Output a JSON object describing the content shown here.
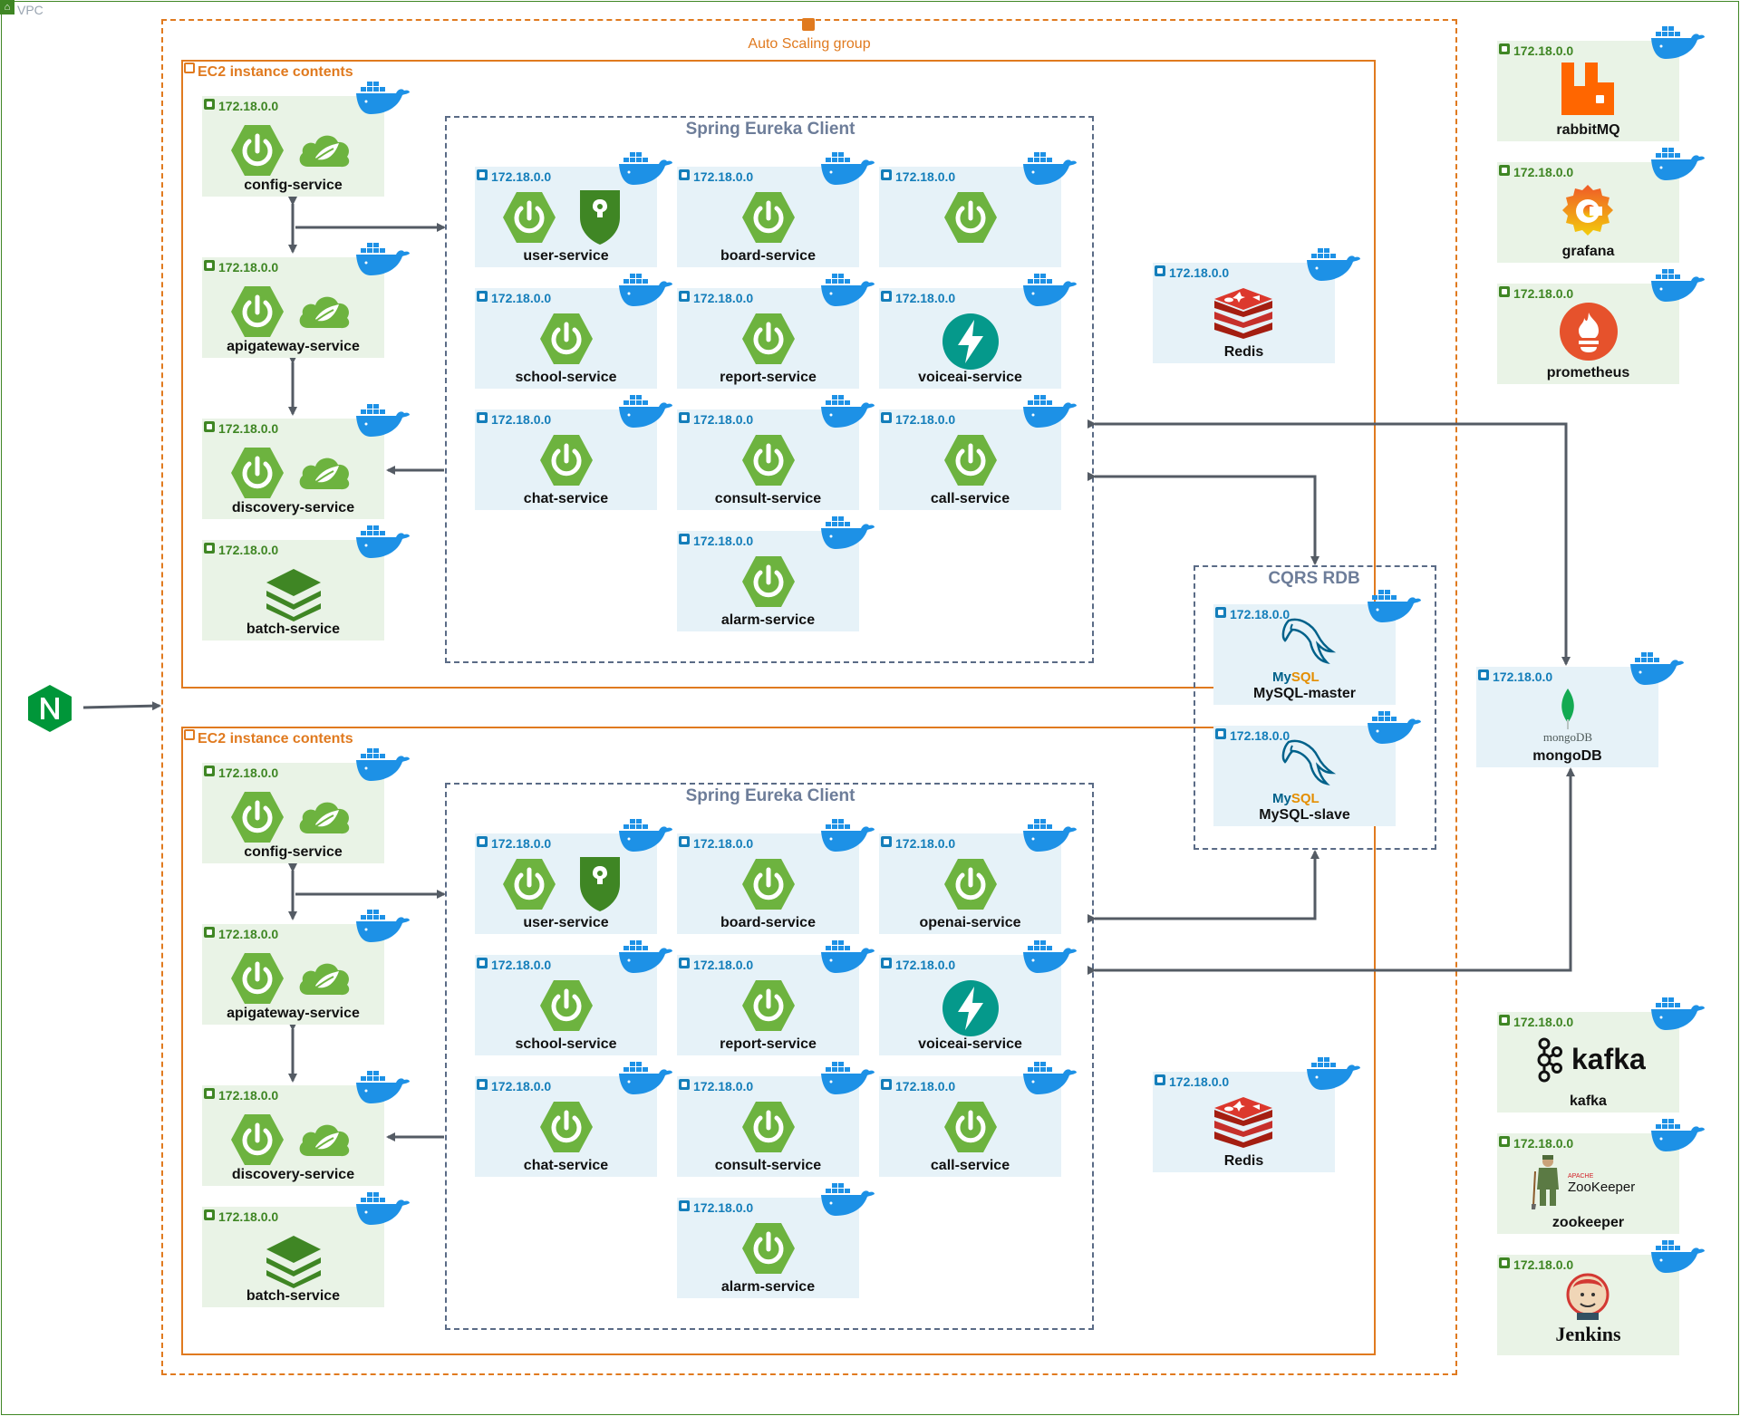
{
  "vpc_label": "VPC",
  "asg_label": "Auto Scaling group",
  "ec2_label": "EC2 instance contents",
  "eureka_label": "Spring Eureka Client",
  "cqrs_label": "CQRS RDB",
  "ip": "172.18.0.0",
  "ec2_top": {
    "infra": [
      "config-service",
      "apigateway-service",
      "discovery-service",
      "batch-service"
    ],
    "services": [
      "user-service",
      "board-service",
      "",
      "school-service",
      "report-service",
      "voiceai-service",
      "chat-service",
      "consult-service",
      "call-service",
      "alarm-service"
    ]
  },
  "ec2_bottom": {
    "infra": [
      "config-service",
      "apigateway-service",
      "discovery-service",
      "batch-service"
    ],
    "services": [
      "user-service",
      "board-service",
      "openai-service",
      "school-service",
      "report-service",
      "voiceai-service",
      "chat-service",
      "consult-service",
      "call-service",
      "alarm-service"
    ]
  },
  "redis_label": "Redis",
  "mysql_master_label": "MySQL-master",
  "mysql_slave_label": "MySQL-slave",
  "mysql_logo_text": "MySQL",
  "mongodb_label": "mongoDB",
  "mongodb_logo_text": "mongoDB",
  "rabbitmq_label": "rabbitMQ",
  "grafana_label": "grafana",
  "prometheus_label": "prometheus",
  "kafka_label": "kafka",
  "kafka_logo_text": "kafka",
  "zookeeper_label": "zookeeper",
  "zookeeper_logo_small": "APACHE",
  "zookeeper_logo_text": "ZooKeeper",
  "jenkins_label": "Jenkins",
  "colors": {
    "aws_green": "#3f8624",
    "aws_blue": "#147eba",
    "orange": "#e07a1f",
    "spring_green": "#6db33f",
    "docker_blue": "#1d91e6",
    "arrow": "#545b64"
  }
}
